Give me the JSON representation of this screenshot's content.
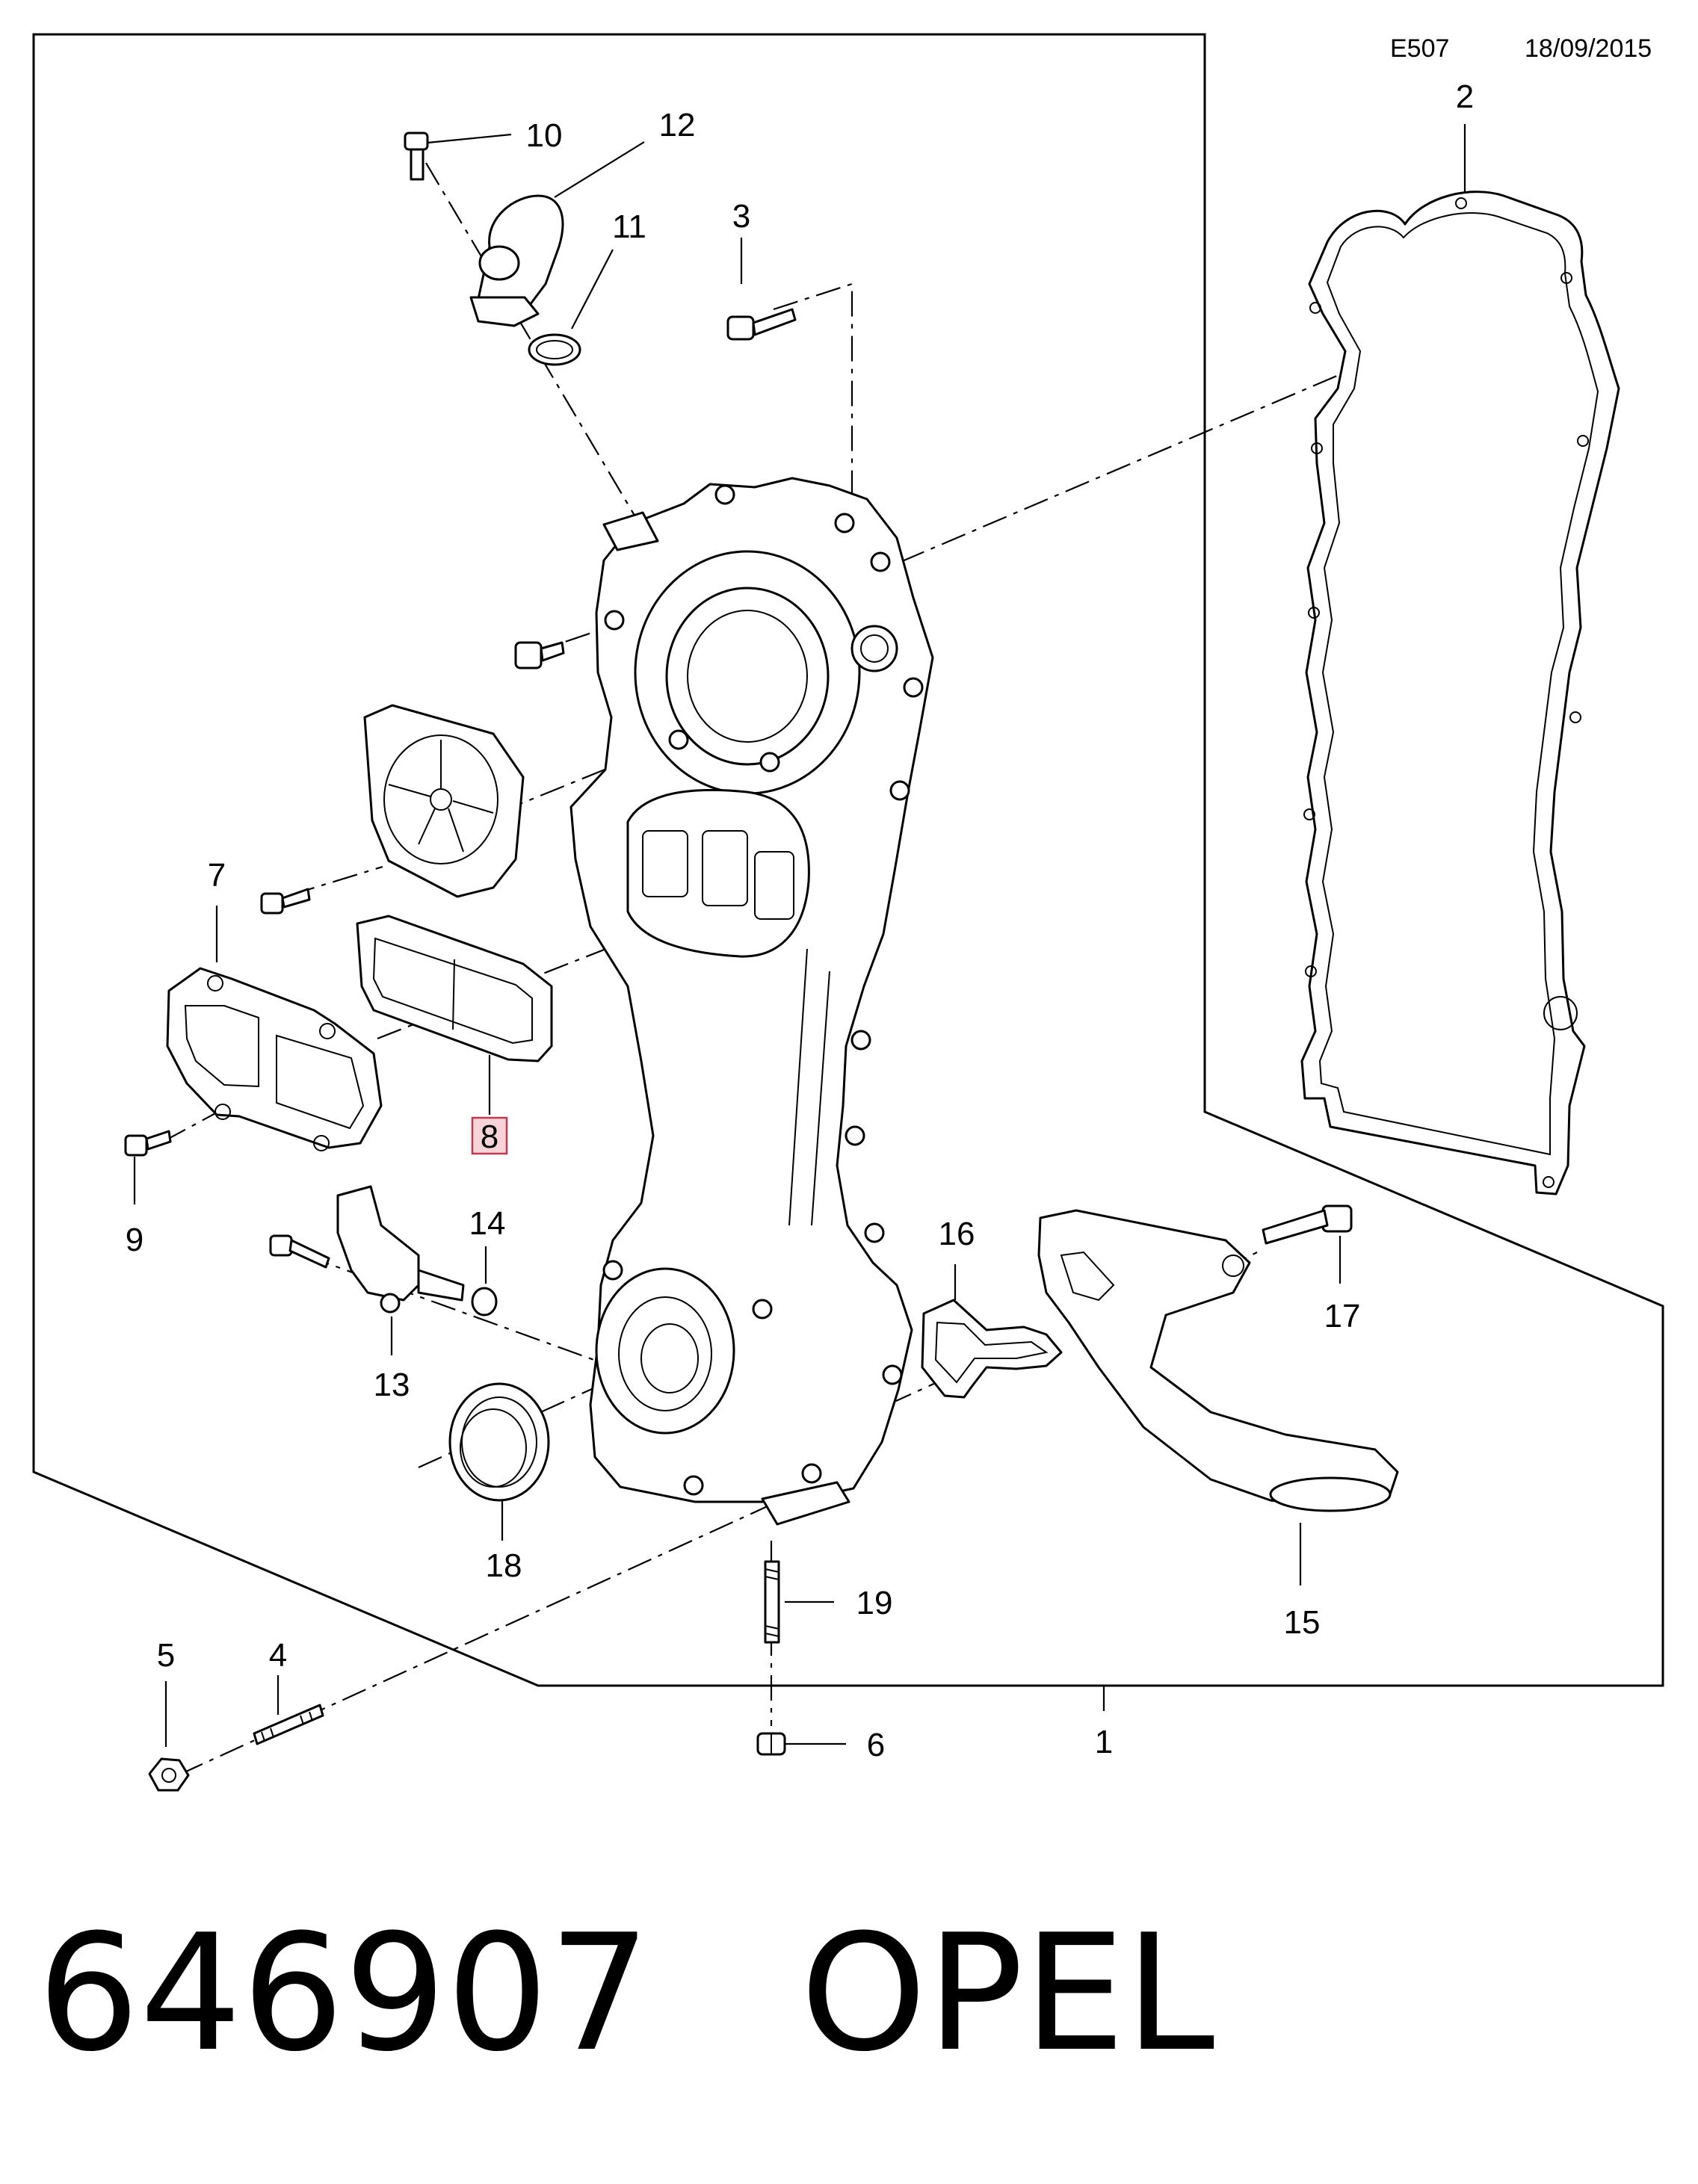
{
  "header": {
    "code": "E507",
    "date": "18/09/2015"
  },
  "callouts": {
    "c1": "1",
    "c2": "2",
    "c3": "3",
    "c4": "4",
    "c5": "5",
    "c6": "6",
    "c7": "7",
    "c8": "8",
    "c9": "9",
    "c10": "10",
    "c11": "11",
    "c12": "12",
    "c13": "13",
    "c14": "14",
    "c15": "15",
    "c16": "16",
    "c17": "17",
    "c18": "18",
    "c19": "19"
  },
  "highlighted_callout": "8",
  "footer": {
    "part_number": "646907",
    "brand": "OPEL"
  },
  "colors": {
    "highlight_fill": "#f6d3d8",
    "highlight_stroke": "#c0394e",
    "ink": "#000000"
  }
}
